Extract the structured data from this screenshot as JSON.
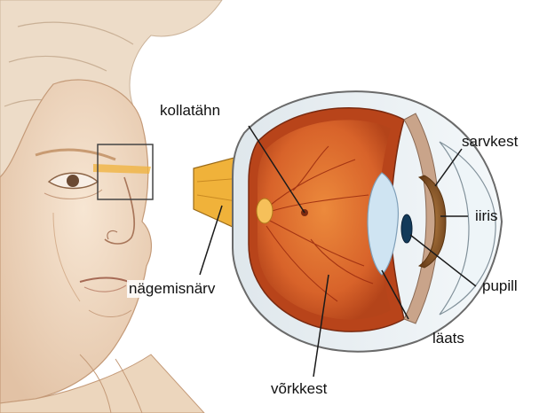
{
  "labels": {
    "macula": "kollatähn",
    "cornea": "sarvkest",
    "iris": "iiris",
    "pupil": "pupill",
    "lens": "läats",
    "optic_nerve": "nägemisnärv",
    "retina": "võrkkest"
  },
  "colors": {
    "skin": "#f1dcc5",
    "skin_shadow": "#c99a7a",
    "hair": "#e7d3bc",
    "choroid": "#c8501c",
    "retina_inner": "#e6772e",
    "nerve": "#f0b23a",
    "sclera": "#e6eef3",
    "iris": "#8a5a2c",
    "pupil": "#123a5a",
    "lens": "#cfe4f2"
  }
}
